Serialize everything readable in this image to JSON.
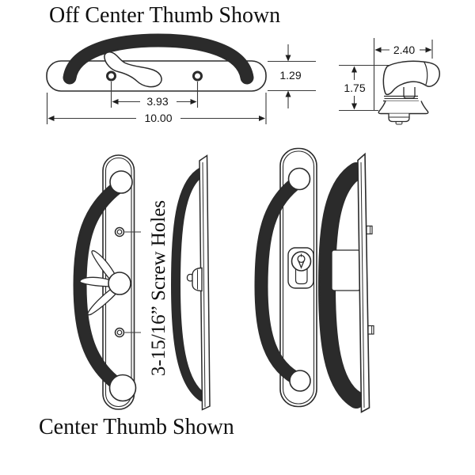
{
  "drawing": {
    "title_top": "Off Center Thumb Shown",
    "title_bottom": "Center Thumb Shown",
    "screw_holes_label": "3-15/16” Screw Holes",
    "dims": {
      "plate_height": "1.29",
      "hole_spacing": "3.93",
      "overall_length": "10.00",
      "profile_depth": "2.40",
      "profile_height": "1.75"
    },
    "colors": {
      "line": "#2b2b2b",
      "text": "#111111",
      "background": "#ffffff"
    }
  }
}
